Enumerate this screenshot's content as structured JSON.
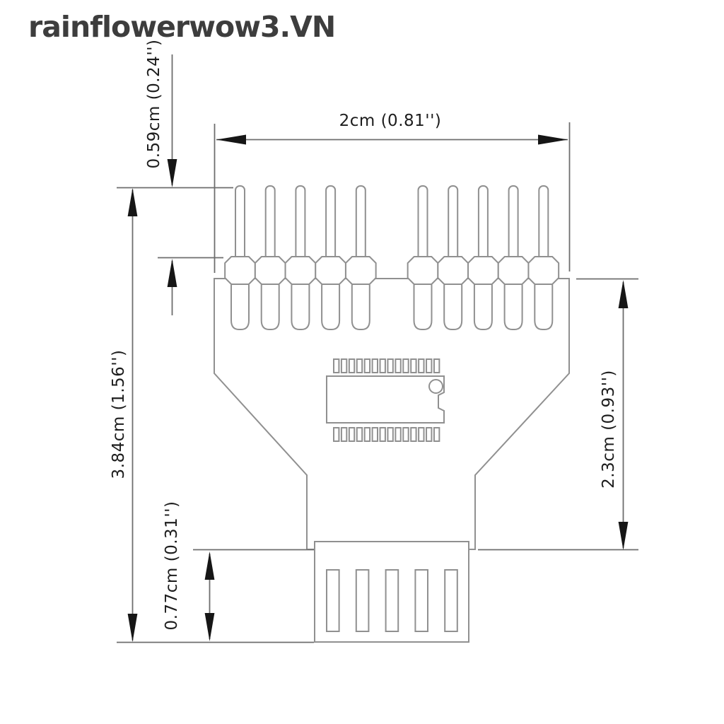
{
  "watermark": {
    "text": "rainflowerwow3.VN"
  },
  "dimensions": {
    "top_width": {
      "label": "2cm  (0.81'')"
    },
    "pin_height": {
      "label": "0.59cm  (0.24'')"
    },
    "total_height": {
      "label": "3.84cm  (1.56'')"
    },
    "body_height": {
      "label": "2.3cm  (0.93'')"
    },
    "plug_height": {
      "label": "0.77cm  (0.31'')"
    }
  },
  "counts": {
    "header_pins": 10,
    "header_pins_per_group": 5,
    "ic_pins_per_row": 14,
    "usb_slots": 5
  },
  "colors": {
    "outline": "#909090",
    "dimension_line": "#6e6e6e",
    "arrow": "#161616",
    "label_text": "#1d1d1d",
    "watermark_text": "#3d3d3d",
    "background": "#ffffff"
  }
}
